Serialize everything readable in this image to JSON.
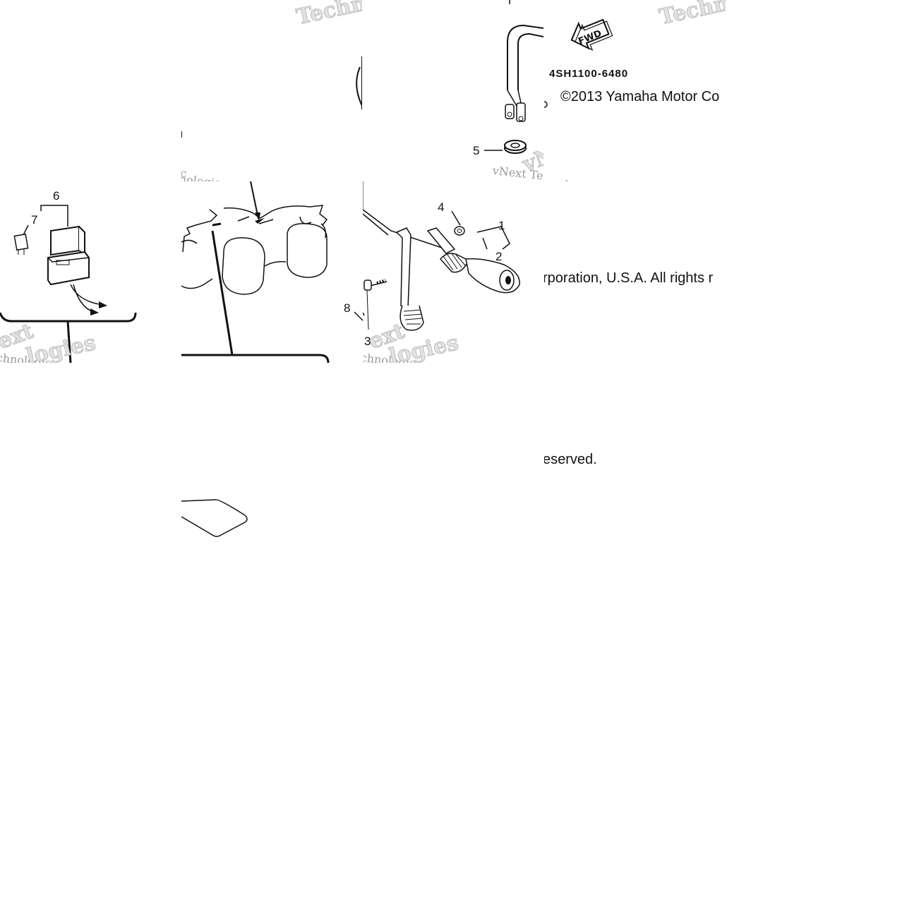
{
  "diagram": {
    "part_number": "4SH1100-6480",
    "fwd_label": "FWD",
    "copyright": {
      "line1": "©2013 Yamaha Motor Co",
      "line2": "rporation, U.S.A. All rights r",
      "line3": "eserved."
    },
    "callouts": {
      "c1": "1",
      "c2": "2",
      "c3": "3",
      "c4": "4",
      "c5": "5",
      "c6": "6",
      "c7": "7",
      "c8": "8"
    },
    "watermarks": {
      "techno_left": "Techno",
      "techno_right": "Technc",
      "vnext_left": "vNext Tec",
      "vnext_right": "vNext Tec",
      "nologies_left": "nologies",
      "nologies_right": "nologies",
      "vne_big": "vNe",
      "ext_big": "ext",
      "chnologies_left": "chnologies",
      "logies_big": "logies",
      "chnologies_mid": "chnologies"
    },
    "colors": {
      "line": "#111111",
      "watermark": "#cccccc",
      "background": "#ffffff"
    }
  }
}
